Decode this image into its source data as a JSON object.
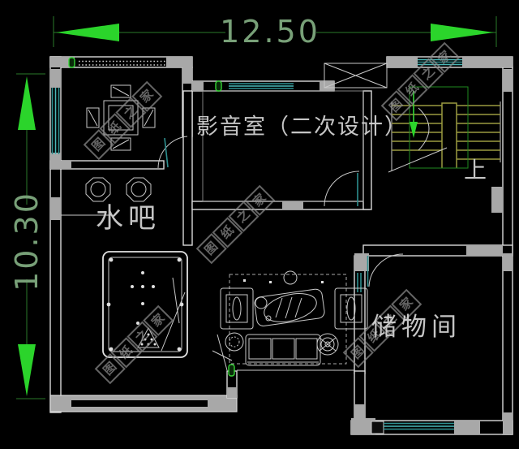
{
  "dimensions": {
    "horizontal": "12.50",
    "vertical": "10.30"
  },
  "rooms": {
    "media": {
      "label": "影音室（二次设计）"
    },
    "water_bar": {
      "label": "水吧"
    },
    "storage": {
      "label": "储物间"
    }
  },
  "stairs": {
    "direction_label": "上"
  },
  "watermark": {
    "text": "图纸之家"
  },
  "colors": {
    "dimension_green": "#2bd42b",
    "dim_line_green": "#2a7a2a",
    "dim_text_green": "#78a078",
    "wall_white": "#d9d9d9",
    "furniture_white": "#c9c9c9",
    "wall_gray": "#a8a8a8",
    "window_teal": "#2e8f8f",
    "window_teal_bright": "#49b8b8",
    "stair_olive": "#9a9a40",
    "guide_green": "#1f8a1f",
    "hinge_green": "#35d435",
    "watermark_gray": "#8d8d8d",
    "label_white": "#d6d6d6"
  }
}
